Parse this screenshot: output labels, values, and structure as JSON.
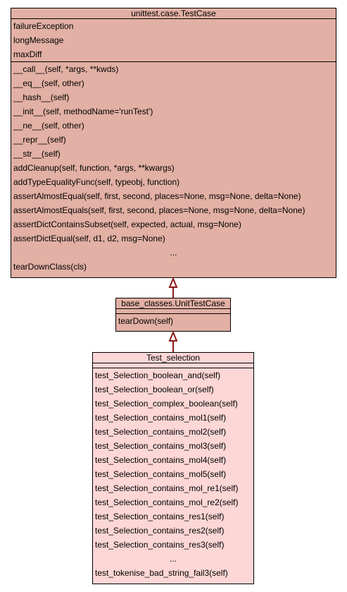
{
  "testcase": {
    "title": "unittest.case.TestCase",
    "attributes": [
      "failureException",
      "longMessage",
      "maxDiff"
    ],
    "methods": [
      "__call__(self, *args, **kwds)",
      "__eq__(self, other)",
      "__hash__(self)",
      "__init__(self, methodName='runTest')",
      "__ne__(self, other)",
      "__repr__(self)",
      "__str__(self)",
      "addCleanup(self, function, *args, **kwargs)",
      "addTypeEqualityFunc(self, typeobj, function)",
      "assertAlmostEqual(self, first, second, places=None, msg=None, delta=None)",
      "assertAlmostEquals(self, first, second, places=None, msg=None, delta=None)",
      "assertDictContainsSubset(self, expected, actual, msg=None)",
      "assertDictEqual(self, d1, d2, msg=None)",
      "...",
      "tearDownClass(cls)"
    ]
  },
  "unittestcase": {
    "title": "base_classes.UnitTestCase",
    "methods": [
      "tearDown(self)"
    ]
  },
  "selection": {
    "title": "Test_selection",
    "methods": [
      "test_Selection_boolean_and(self)",
      "test_Selection_boolean_or(self)",
      "test_Selection_complex_boolean(self)",
      "test_Selection_contains_mol1(self)",
      "test_Selection_contains_mol2(self)",
      "test_Selection_contains_mol3(self)",
      "test_Selection_contains_mol4(self)",
      "test_Selection_contains_mol5(self)",
      "test_Selection_contains_mol_re1(self)",
      "test_Selection_contains_mol_re2(self)",
      "test_Selection_contains_res1(self)",
      "test_Selection_contains_res2(self)",
      "test_Selection_contains_res3(self)",
      "...",
      "test_tokenise_bad_string_fail3(self)"
    ]
  },
  "colors": {
    "base": "#e2b0a4",
    "target": "#fdd6d6",
    "arrow": "#8b1a1a"
  }
}
